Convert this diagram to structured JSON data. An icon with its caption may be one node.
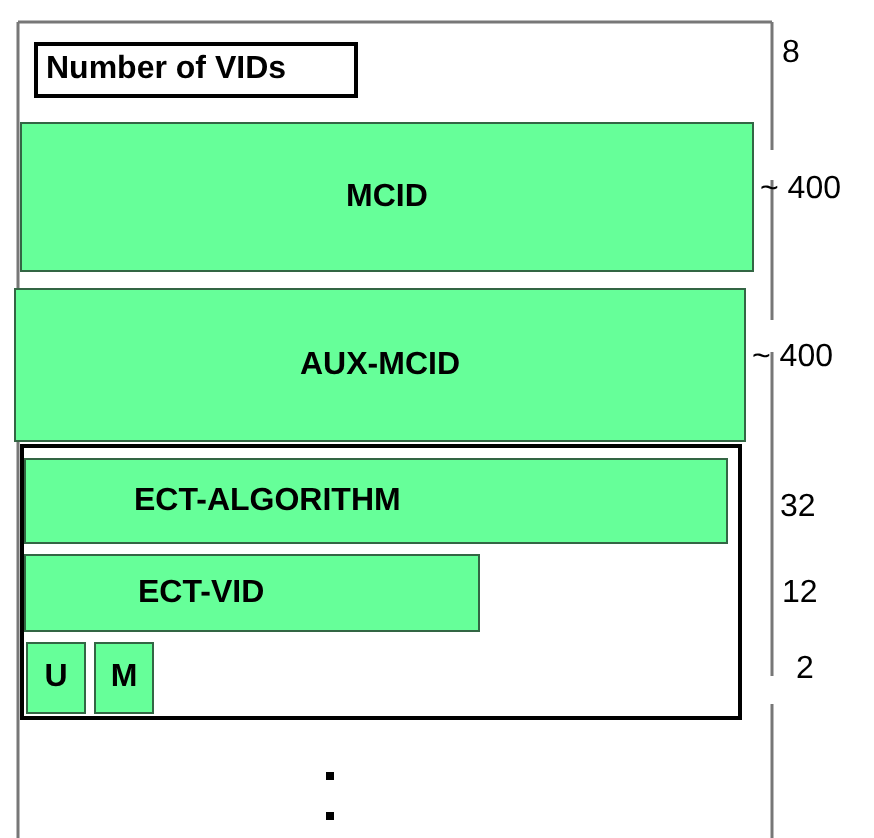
{
  "diagram": {
    "nodes": [
      {
        "text": [
          "Number of VIDs"
        ]
      },
      {
        "text": [
          "MCID"
        ]
      },
      {
        "text": [
          "AUX-MCID"
        ]
      },
      {
        "text": [],
        "shape": "box"
      },
      {
        "text": [
          "ECT-ALGORITHM"
        ],
        "in": 3
      },
      {
        "text": [
          "ECT-VID"
        ],
        "in": 3
      },
      {
        "text": [
          "U"
        ],
        "in": 3
      },
      {
        "text": [
          "M"
        ],
        "in": 3
      }
    ],
    "edges": [],
    "labels": [
      "8",
      "~ 400",
      "~ 400",
      "32",
      "12",
      "2"
    ]
  }
}
